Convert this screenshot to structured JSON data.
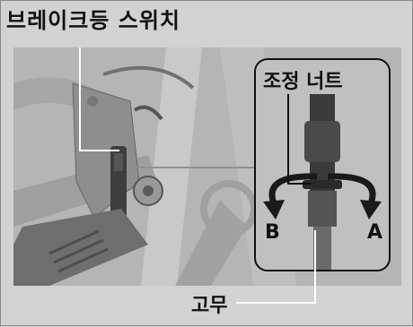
{
  "labels": {
    "brake_switch": "브레이크등 스위치",
    "adjust_nut": "조정 너트",
    "rubber": "고무",
    "direction_b": "B",
    "direction_a": "A"
  },
  "colors": {
    "background": "#d2d2d2",
    "photo_bg": "#b4b4b4",
    "leader_line": "#ffffff"
  },
  "icons": [
    "rotate-left-arrow-icon",
    "rotate-right-arrow-icon"
  ]
}
